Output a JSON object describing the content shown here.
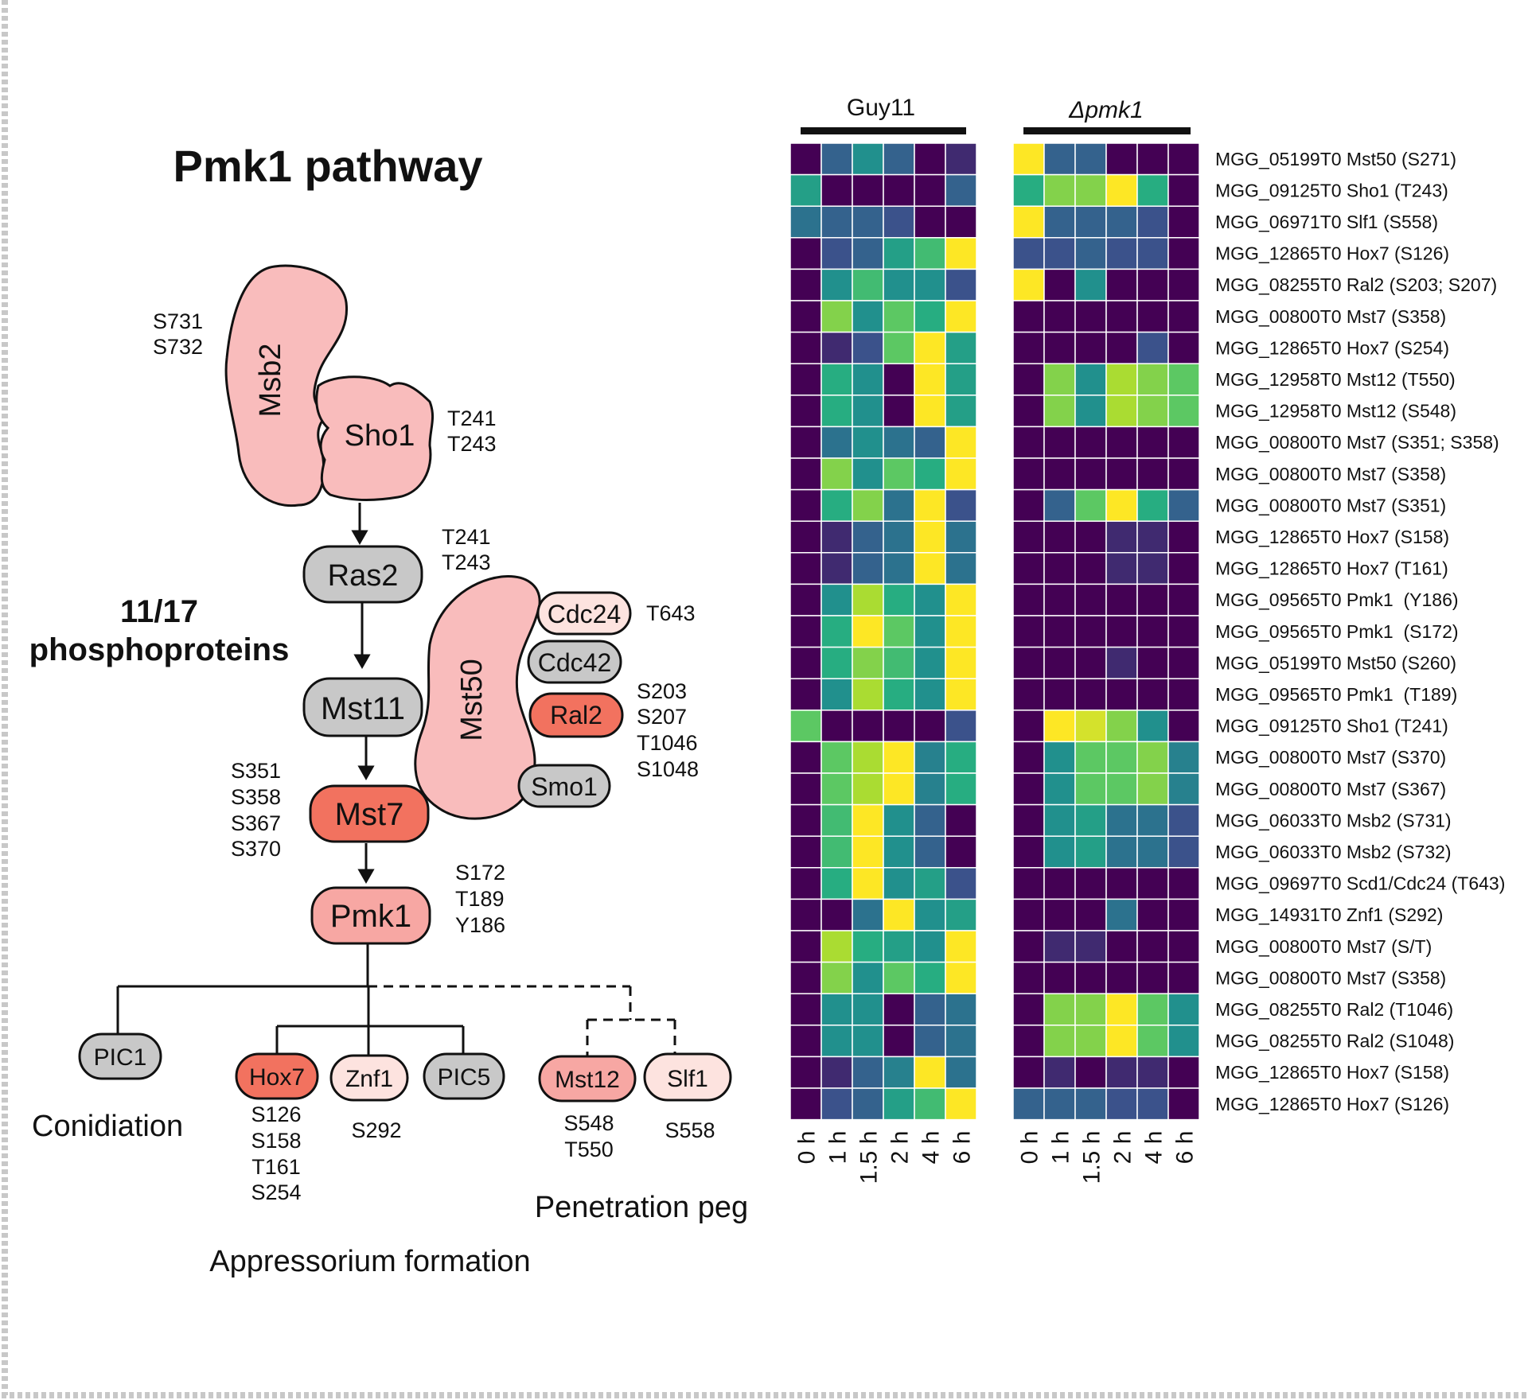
{
  "title": "Pmk1 pathway",
  "phospho_label": [
    "11/17",
    "phosphoproteins"
  ],
  "nodes": {
    "msb2": "Msb2",
    "sho1": "Sho1",
    "ras2": "Ras2",
    "mst50": "Mst50",
    "cdc24": "Cdc24",
    "cdc42": "Cdc42",
    "ral2": "Ral2",
    "smo1": "Smo1",
    "mst11": "Mst11",
    "mst7": "Mst7",
    "pmk1": "Pmk1",
    "pic1": "PIC1",
    "hox7": "Hox7",
    "znf1": "Znf1",
    "pic5": "PIC5",
    "mst12": "Mst12",
    "slf1": "Slf1"
  },
  "sites": {
    "msb2": [
      "S731",
      "S732"
    ],
    "sho1": [
      "T241",
      "T243"
    ],
    "ras2": [
      "T241",
      "T243"
    ],
    "cdc24": [
      "T643"
    ],
    "ral2": [
      "S203",
      "S207",
      "T1046",
      "S1048"
    ],
    "mst7": [
      "S351",
      "S358",
      "S367",
      "S370"
    ],
    "pmk1": [
      "S172",
      "T189",
      "Y186"
    ],
    "hox7": [
      "S126",
      "S158",
      "T161",
      "S254"
    ],
    "znf1": [
      "S292"
    ],
    "mst12": [
      "S548",
      "T550"
    ],
    "slf1": [
      "S558"
    ]
  },
  "process_labels": {
    "conidiation": "Conidiation",
    "appressorium": "Appressorium formation",
    "penetration": "Penetration peg"
  },
  "node_colors": {
    "pink": "#f9bcbc",
    "gray": "#c8c8c8",
    "red": "#f2725f",
    "light": "#fde3df",
    "mid": "#f7a7a3"
  },
  "heatmap": {
    "groups": [
      "Guy11",
      "Δpmk1"
    ],
    "timepoints": [
      "0 h",
      "1 h",
      "1.5 h",
      "2 h",
      "4 h",
      "6 h"
    ],
    "palette": [
      "#440154",
      "#3b528b",
      "#2c728e",
      "#21908d",
      "#27ad81",
      "#5cc863",
      "#aadc32",
      "#fde725"
    ],
    "rows": [
      {
        "label": "MGG_05199T0 Mst50 (S271)",
        "guy11": [
          0,
          1.5,
          3,
          1.5,
          0,
          0.5
        ],
        "dpmk1": [
          7,
          1.5,
          1.5,
          0,
          0,
          0
        ]
      },
      {
        "label": "MGG_09125T0 Sho1 (T243)",
        "guy11": [
          3.5,
          0,
          0,
          0,
          0,
          1.5
        ],
        "dpmk1": [
          4,
          5.5,
          5.5,
          7,
          4,
          0
        ]
      },
      {
        "label": "MGG_06971T0 Slf1 (S558)",
        "guy11": [
          2,
          1.5,
          1.5,
          1,
          0,
          0
        ],
        "dpmk1": [
          7,
          1.5,
          1.5,
          1.5,
          1,
          0
        ]
      },
      {
        "label": "MGG_12865T0 Hox7 (S126)",
        "guy11": [
          0,
          1,
          1.5,
          3.5,
          4.5,
          7
        ],
        "dpmk1": [
          1,
          1,
          1.5,
          1,
          1,
          0
        ]
      },
      {
        "label": "MGG_08255T0 Ral2 (S203; S207)",
        "guy11": [
          0,
          3,
          4.5,
          3,
          3,
          1
        ],
        "dpmk1": [
          7,
          0,
          3,
          0,
          0,
          0
        ]
      },
      {
        "label": "MGG_00800T0 Mst7 (S358)",
        "guy11": [
          0,
          5.5,
          3,
          5,
          4,
          7
        ],
        "dpmk1": [
          0,
          0,
          0,
          0,
          0,
          0
        ]
      },
      {
        "label": "MGG_12865T0 Hox7 (S254)",
        "guy11": [
          0,
          0.5,
          1,
          5,
          7,
          3.5
        ],
        "dpmk1": [
          0,
          0,
          0,
          0,
          1,
          0
        ]
      },
      {
        "label": "MGG_12958T0 Mst12 (T550)",
        "guy11": [
          0,
          4,
          3,
          0,
          7,
          3.5
        ],
        "dpmk1": [
          0,
          5.5,
          3,
          6,
          5.5,
          5
        ]
      },
      {
        "label": "MGG_12958T0 Mst12 (S548)",
        "guy11": [
          0,
          4,
          3,
          0,
          7,
          3.5
        ],
        "dpmk1": [
          0,
          5.5,
          3,
          6,
          5.5,
          5
        ]
      },
      {
        "label": "MGG_00800T0 Mst7 (S351; S358)",
        "guy11": [
          0,
          2,
          3,
          2,
          1.5,
          7
        ],
        "dpmk1": [
          0,
          0,
          0,
          0,
          0,
          0
        ]
      },
      {
        "label": "MGG_00800T0 Mst7 (S358)",
        "guy11": [
          0,
          5.5,
          3,
          5,
          4,
          7
        ],
        "dpmk1": [
          0,
          0,
          0,
          0,
          0,
          0
        ]
      },
      {
        "label": "MGG_00800T0 Mst7 (S351)",
        "guy11": [
          0,
          4,
          5.5,
          2,
          7,
          1
        ],
        "dpmk1": [
          0,
          1.5,
          5,
          7,
          4,
          1.5
        ]
      },
      {
        "label": "MGG_12865T0 Hox7 (S158)",
        "guy11": [
          0,
          0.5,
          1.5,
          2,
          7,
          2
        ],
        "dpmk1": [
          0,
          0,
          0,
          0.5,
          0.5,
          0
        ]
      },
      {
        "label": "MGG_12865T0 Hox7 (T161)",
        "guy11": [
          0,
          0.5,
          1.5,
          2,
          7,
          2
        ],
        "dpmk1": [
          0,
          0,
          0,
          0.5,
          0.5,
          0
        ]
      },
      {
        "label": "MGG_09565T0 Pmk1  (Y186)",
        "guy11": [
          0,
          3,
          6,
          4,
          3,
          7
        ],
        "dpmk1": [
          0,
          0,
          0,
          0,
          0,
          0
        ]
      },
      {
        "label": "MGG_09565T0 Pmk1  (S172)",
        "guy11": [
          0,
          4,
          7,
          5,
          3,
          7
        ],
        "dpmk1": [
          0,
          0,
          0,
          0,
          0,
          0
        ]
      },
      {
        "label": "MGG_05199T0 Mst50 (S260)",
        "guy11": [
          0,
          4,
          5.5,
          4.5,
          3,
          7
        ],
        "dpmk1": [
          0,
          0,
          0,
          0.5,
          0,
          0
        ]
      },
      {
        "label": "MGG_09565T0 Pmk1  (T189)",
        "guy11": [
          0,
          3,
          6,
          4,
          3,
          7
        ],
        "dpmk1": [
          0,
          0,
          0,
          0,
          0,
          0
        ]
      },
      {
        "label": "MGG_09125T0 Sho1 (T241)",
        "guy11": [
          5,
          0,
          0,
          0,
          0,
          1
        ],
        "dpmk1": [
          0,
          7,
          6.5,
          5.5,
          3,
          0
        ]
      },
      {
        "label": "MGG_00800T0 Mst7 (S370)",
        "guy11": [
          0,
          5,
          6,
          7,
          2.5,
          4
        ],
        "dpmk1": [
          0,
          3,
          5,
          5,
          5.5,
          2.5
        ]
      },
      {
        "label": "MGG_00800T0 Mst7 (S367)",
        "guy11": [
          0,
          5,
          6,
          7,
          2.5,
          4
        ],
        "dpmk1": [
          0,
          3,
          5,
          5,
          5.5,
          2.5
        ]
      },
      {
        "label": "MGG_06033T0 Msb2 (S731)",
        "guy11": [
          0,
          4.5,
          7,
          3,
          1.5,
          0
        ],
        "dpmk1": [
          0,
          3,
          3.5,
          2,
          2,
          1
        ]
      },
      {
        "label": "MGG_06033T0 Msb2 (S732)",
        "guy11": [
          0,
          4.5,
          7,
          3,
          1.5,
          0
        ],
        "dpmk1": [
          0,
          3,
          3.5,
          2,
          2,
          1
        ]
      },
      {
        "label": "MGG_09697T0 Scd1/Cdc24 (T643)",
        "guy11": [
          0,
          4,
          7,
          3,
          3.5,
          1
        ],
        "dpmk1": [
          0,
          0,
          0,
          0,
          0,
          0
        ]
      },
      {
        "label": "MGG_14931T0 Znf1 (S292)",
        "guy11": [
          0,
          0,
          2,
          7,
          3,
          3.5
        ],
        "dpmk1": [
          0,
          0,
          0,
          2,
          0,
          0
        ]
      },
      {
        "label": "MGG_00800T0 Mst7 (S/T)",
        "guy11": [
          0,
          6,
          4,
          3.5,
          3,
          7
        ],
        "dpmk1": [
          0,
          0.5,
          0.5,
          0,
          0,
          0
        ]
      },
      {
        "label": "MGG_00800T0 Mst7 (S358)",
        "guy11": [
          0,
          5.5,
          3,
          5,
          4,
          7
        ],
        "dpmk1": [
          0,
          0,
          0,
          0,
          0,
          0
        ]
      },
      {
        "label": "MGG_08255T0 Ral2 (T1046)",
        "guy11": [
          0,
          3,
          3,
          0,
          1.5,
          2
        ],
        "dpmk1": [
          0,
          5.5,
          5.5,
          7,
          5,
          3
        ]
      },
      {
        "label": "MGG_08255T0 Ral2 (S1048)",
        "guy11": [
          0,
          3,
          3,
          0,
          1.5,
          2
        ],
        "dpmk1": [
          0,
          5.5,
          5.5,
          7,
          5,
          3
        ]
      },
      {
        "label": "MGG_12865T0 Hox7 (S158)",
        "guy11": [
          0,
          0.5,
          1.5,
          2.5,
          7,
          2
        ],
        "dpmk1": [
          0,
          0.5,
          0,
          0.5,
          0.5,
          0
        ]
      },
      {
        "label": "MGG_12865T0 Hox7 (S126)",
        "guy11": [
          0,
          1,
          1.5,
          3.5,
          4.5,
          7
        ],
        "dpmk1": [
          1.5,
          1.5,
          1.5,
          1,
          1,
          0
        ]
      }
    ]
  }
}
